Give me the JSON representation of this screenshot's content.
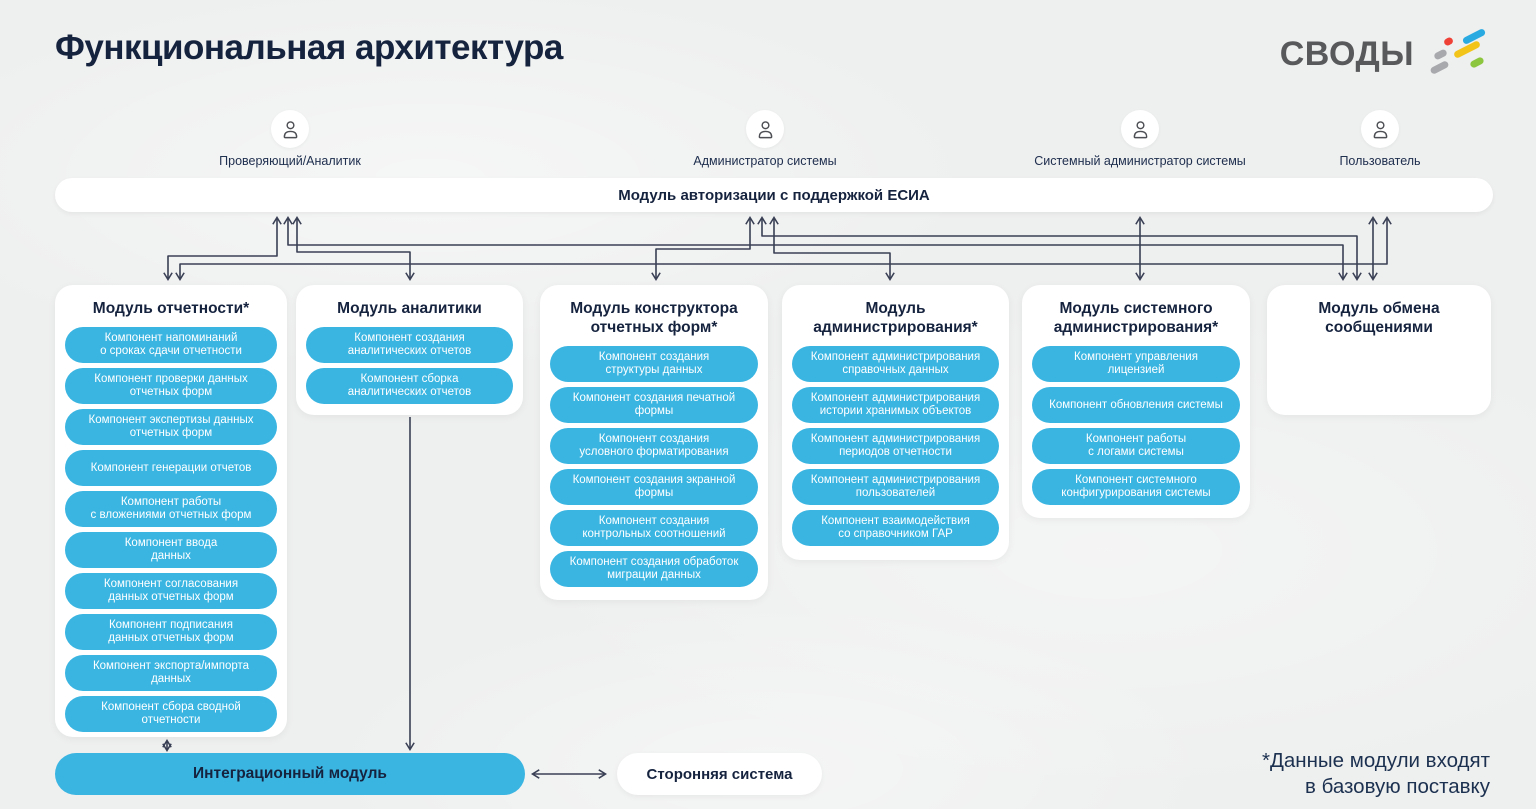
{
  "page": {
    "title": "Функциональная архитектура",
    "logo_text": "СВОДЫ",
    "footnote": "*Данные модули входят\nв базовую поставку"
  },
  "actors": [
    {
      "label": "Проверяющий/Аналитик"
    },
    {
      "label": "Администратор системы"
    },
    {
      "label": "Системный администратор системы"
    },
    {
      "label": "Пользователь"
    }
  ],
  "auth_module": {
    "label": "Модуль авторизации с поддержкой ЕСИА"
  },
  "modules": [
    {
      "title": "Модуль отчетности*",
      "components": [
        "Компонент напоминаний\nо сроках сдачи отчетности",
        "Компонент проверки данных\nотчетных форм",
        "Компонент экспертизы данных\nотчетных форм",
        "Компонент генерации отчетов",
        "Компонент работы\nс вложениями отчетных форм",
        "Компонент ввода\nданных",
        "Компонент согласования\nданных отчетных форм",
        "Компонент подписания\nданных отчетных форм",
        "Компонент экспорта/импорта\nданных",
        "Компонент сбора сводной\nотчетности"
      ]
    },
    {
      "title": "Модуль аналитики",
      "components": [
        "Компонент создания\nаналитических отчетов",
        "Компонент сборка\nаналитических отчетов"
      ]
    },
    {
      "title": "Модуль конструктора\nотчетных форм*",
      "components": [
        "Компонент создания\nструктуры данных",
        "Компонент создания печатной\nформы",
        "Компонент создания\nусловного форматирования",
        "Компонент создания экранной\nформы",
        "Компонент создания\nконтрольных соотношений",
        "Компонент создания обработок\nмиграции данных"
      ]
    },
    {
      "title": "Модуль\nадминистрирования*",
      "components": [
        "Компонент администрирования\nсправочных данных",
        "Компонент администрирования\nистории хранимых объектов",
        "Компонент администрирования\nпериодов отчетности",
        "Компонент администрирования\nпользователей",
        "Компонент взаимодействия\nсо справочником ГАР"
      ]
    },
    {
      "title": "Модуль системного\nадминистрирования*",
      "components": [
        "Компонент управления\nлицензией",
        "Компонент обновления системы",
        "Компонент работы\nс логами системы",
        "Компонент системного\nконфигурирования системы"
      ]
    },
    {
      "title": "Модуль обмена\nсообщениями",
      "components": []
    }
  ],
  "bottom": {
    "integration_module": "Интеграционный модуль",
    "external_system": "Сторонняя система"
  },
  "colors": {
    "accent_cyan": "#3ab5e2",
    "navy": "#16233f",
    "arrow": "#3a4055",
    "logo_gray": "#58595b",
    "logo_red": "#ef4136",
    "logo_blue": "#29abe2",
    "logo_yellow": "#f2c319",
    "logo_green": "#8cc63f"
  }
}
